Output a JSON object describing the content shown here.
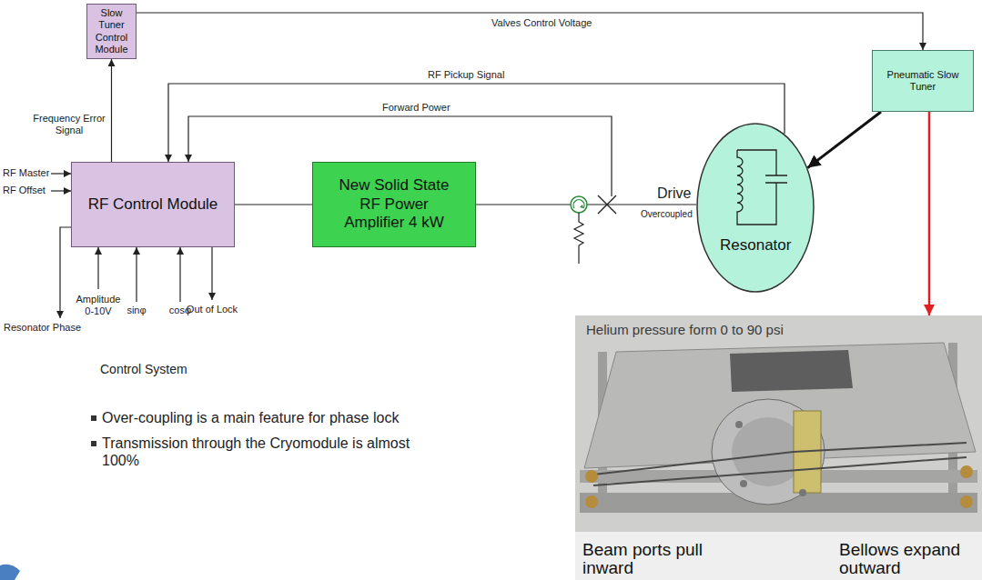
{
  "diagram": {
    "nodes": [
      {
        "text": [
          "Slow Tuner Control Module"
        ]
      },
      {
        "text": [
          "Pneumatic Slow Tuner"
        ]
      },
      {
        "text": [
          "RF Control Module"
        ]
      },
      {
        "text": [
          "New Solid State RF Power Amplifier 4 kW"
        ]
      },
      {
        "text": [
          "Resonator"
        ]
      },
      {
        "text": [
          "Helium pressure form 0 to 90 psi",
          "Beam ports pull inward",
          "Bellows expand outward"
        ]
      }
    ],
    "edges": [
      {
        "from": 0,
        "to": 1,
        "label": "Valves Control Voltage",
        "arrow": "to"
      },
      {
        "from": 2,
        "to": 0,
        "label": "Frequency Error Signal",
        "arrow": "to"
      },
      {
        "from": 4,
        "to": 2,
        "label": "RF Pickup Signal",
        "arrow": "to"
      },
      {
        "from": 2,
        "to": 3,
        "arrow": "none"
      },
      {
        "from": 3,
        "to": 4,
        "label": "Drive",
        "arrow": "none"
      },
      {
        "from": 1,
        "to": 4,
        "arrow": "to"
      },
      {
        "from": 1,
        "to": 5,
        "arrow": "to"
      }
    ],
    "labels": [
      "RF Master",
      "RF Offset",
      "Forward Power",
      "Overcoupled",
      "Resonator Phase",
      "Amplitude 0-10V",
      "sinφ",
      "cosφ",
      "Out of Lock",
      "Control System",
      "Over-coupling is a main feature for phase lock",
      "Transmission through the Cryomodule is almost 100%"
    ]
  }
}
